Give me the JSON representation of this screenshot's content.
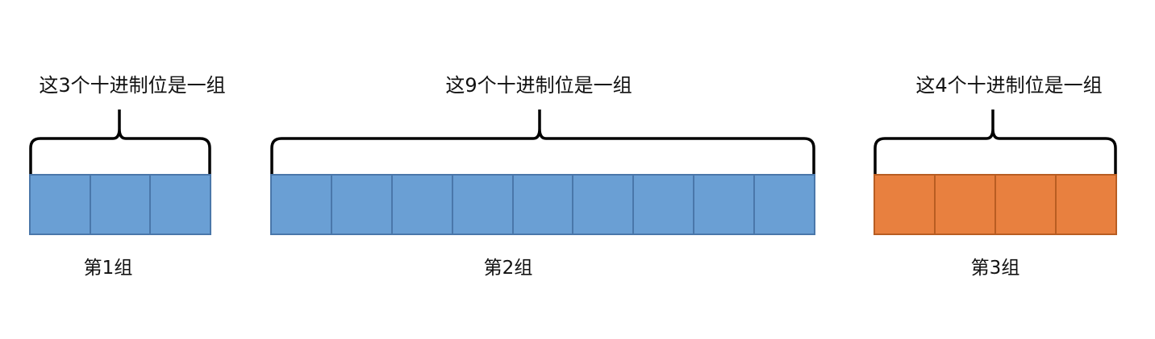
{
  "colors": {
    "blue_fill": "#6a9fd4",
    "blue_border": "#4a77aa",
    "orange_fill": "#e8803f",
    "orange_border": "#b85d22",
    "brace_stroke": "#000000"
  },
  "groups": [
    {
      "top_label": "这3个十进制位是一组",
      "bottom_label": "第1组",
      "cell_count": 3,
      "color": "blue"
    },
    {
      "top_label": "这9个十进制位是一组",
      "bottom_label": "第2组",
      "cell_count": 9,
      "color": "blue"
    },
    {
      "top_label": "这4个十进制位是一组",
      "bottom_label": "第3组",
      "cell_count": 4,
      "color": "orange"
    }
  ]
}
